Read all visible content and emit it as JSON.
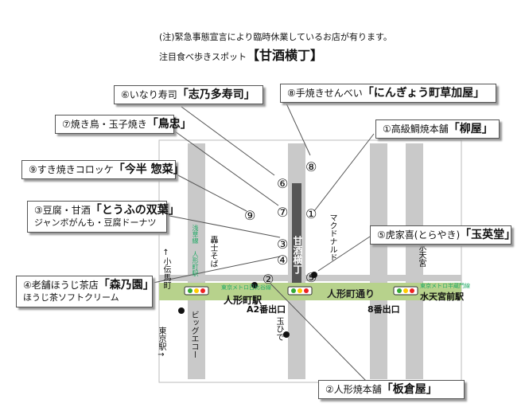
{
  "header": {
    "notice": "(注)緊急事態宣言により臨時休業しているお店が有ります。",
    "spot_prefix": "注目食べ歩きスポット",
    "spot_name": "【甘酒横丁】"
  },
  "shops": [
    {
      "num": "①",
      "prefix": "高級鯛焼本舗",
      "name": "「柳屋」",
      "sub": ""
    },
    {
      "num": "②",
      "prefix": "人形焼本舗",
      "name": "「板倉屋」",
      "sub": ""
    },
    {
      "num": "③",
      "prefix": "豆腐・甘酒",
      "name": "「とうふの双葉」",
      "sub": "ジャンボがんも・豆腐ドーナツ"
    },
    {
      "num": "④",
      "prefix": "老舗ほうじ茶店",
      "name": "「森乃園」",
      "sub": "ほうじ茶ソフトクリーム"
    },
    {
      "num": "⑤",
      "prefix": "虎家喜(とらやき)",
      "name": "「玉英堂」",
      "sub": ""
    },
    {
      "num": "⑥",
      "prefix": "いなり寿司",
      "name": "「志乃多寿司」",
      "sub": ""
    },
    {
      "num": "⑦",
      "prefix": "焼き鳥・玉子焼き",
      "name": "「鳥忠」",
      "sub": ""
    },
    {
      "num": "⑧",
      "prefix": "手焼きせんべい",
      "name": "「にんぎょう町草加屋」",
      "sub": ""
    },
    {
      "num": "⑨",
      "prefix": "すき焼きコロッケ",
      "name": "「今半 惣菜」",
      "sub": ""
    }
  ],
  "map": {
    "street_name": "甘酒横丁",
    "main_road": "人形町通り",
    "station_ningyocho": "人形町駅",
    "station_ningyocho_line": "東京メトロ日比谷線",
    "station_suitengu": "水天宮前駅",
    "station_suitengu_line": "東京メトロ半蔵門線",
    "exit_a2": "A2番出口",
    "exit_8": "8番出口",
    "station_asakusa": "浅草線 人形町駅",
    "shop_mcdonalds": "マクドナルド",
    "shop_suitengu": "水天宮",
    "shop_bigecho": "ビッグエコー",
    "shop_tamahide": "玉ひで",
    "shop_tsujisoba": "轟士そば",
    "road_kodenmacho": "↑小伝馬町",
    "road_tokyo": "東京駅→",
    "colors": {
      "road": "#c9c9c9",
      "main_road": "#b7d28c",
      "street": "#555555"
    }
  }
}
